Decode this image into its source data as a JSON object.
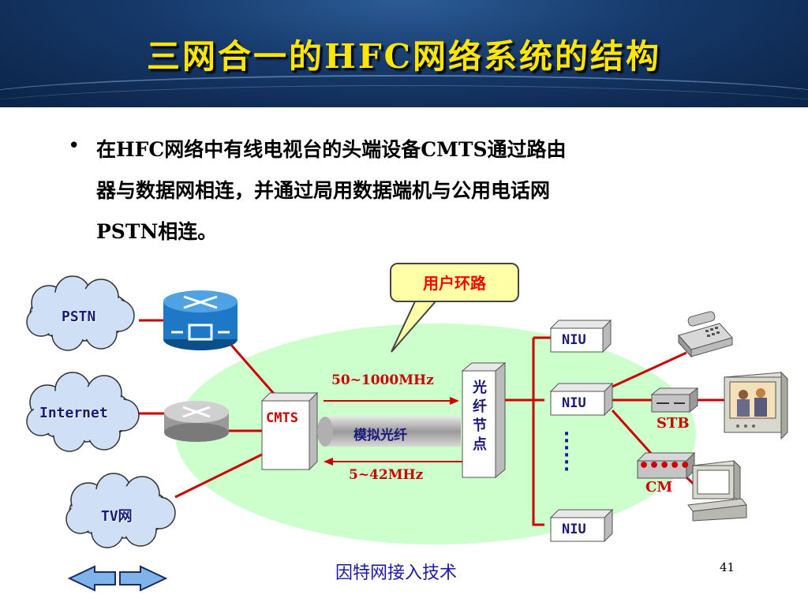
{
  "slide": {
    "title": "三网合一的HFC网络系统的结构",
    "bullet": {
      "line1": "在HFC网络中有线电视台的头端设备CMTS通过路由",
      "line2": "器与数据网相连，并通过局用数据端机与公用电话网",
      "line3": "PSTN相连。"
    },
    "footer": "因特网接入技术",
    "page_number": "41"
  },
  "diagram": {
    "clouds": {
      "pstn": "PSTN",
      "internet": "Internet",
      "tv": "TV网"
    },
    "cmts": "CMTS",
    "fiber": "模拟光纤",
    "node": [
      "光",
      "纤",
      "节",
      "点"
    ],
    "downstream": "50~1000MHz",
    "upstream": "5~42MHz",
    "callout": "用户环路",
    "niu": [
      "NIU",
      "NIU",
      "NIU"
    ],
    "stb": "STB",
    "cm": "CM",
    "vertical_dots": "……"
  },
  "colors": {
    "title": "#ffe600",
    "link_red": "#cc0000",
    "ellipse": "#ccffcc",
    "label_blue": "#1a1a7a",
    "footer": "#1a1aaa"
  }
}
